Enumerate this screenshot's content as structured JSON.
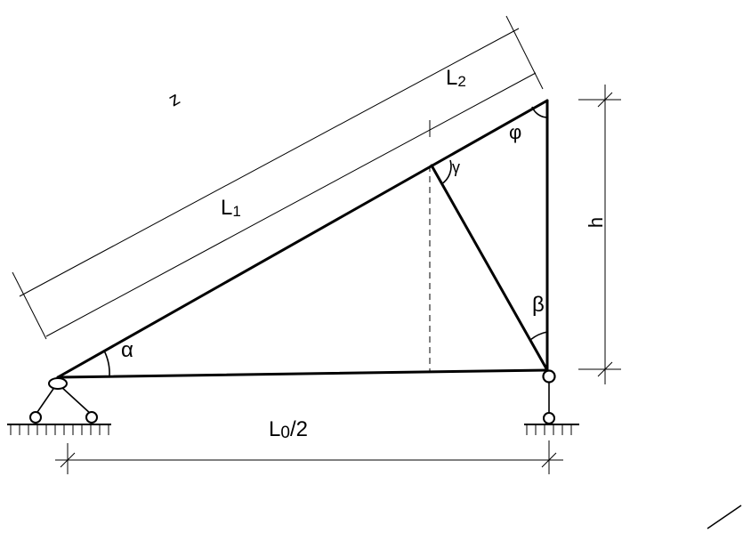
{
  "labels": {
    "l1_main": "L",
    "l1_sub": "1",
    "l2_main": "L",
    "l2_sub": "2",
    "z": "z",
    "h": "h",
    "l0_main": "L",
    "l0_sub": "0",
    "l0_suffix": "/2",
    "alpha": "α",
    "beta": "β",
    "gamma": "γ",
    "phi": "φ"
  }
}
